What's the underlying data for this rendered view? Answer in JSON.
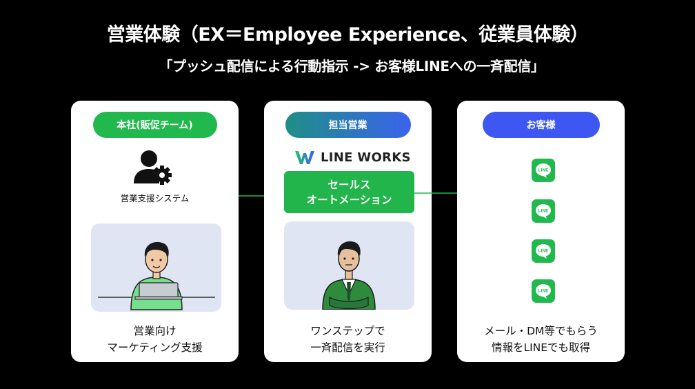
{
  "header": {
    "title": "営業体験（EX＝Employee Experience、従業員体験）",
    "subtitle": "「プッシュ配信による行動指示 -> お客様LINEへの一斉配信」"
  },
  "cards": {
    "hq": {
      "pill": "本社(販促チーム)",
      "system_label": "営業支援システム",
      "caption_line1": "営業向け",
      "caption_line2": "マーケティング支援"
    },
    "sales": {
      "pill": "担当営業",
      "logo_text": "LINE WORKS",
      "automation_line1": "セールス",
      "automation_line2": "オートメーション",
      "caption_line1": "ワンステップで",
      "caption_line2": "一斉配信を実行"
    },
    "customer": {
      "pill": "お客様",
      "line_icon_text": "LINE",
      "caption_line1": "メール・DM等でもらう",
      "caption_line2": "情報をLINEでも取得"
    }
  },
  "colors": {
    "line_green": "#21b94e",
    "customer_blue": "#3f57f2",
    "illustration_bg": "#dfe5f2"
  }
}
